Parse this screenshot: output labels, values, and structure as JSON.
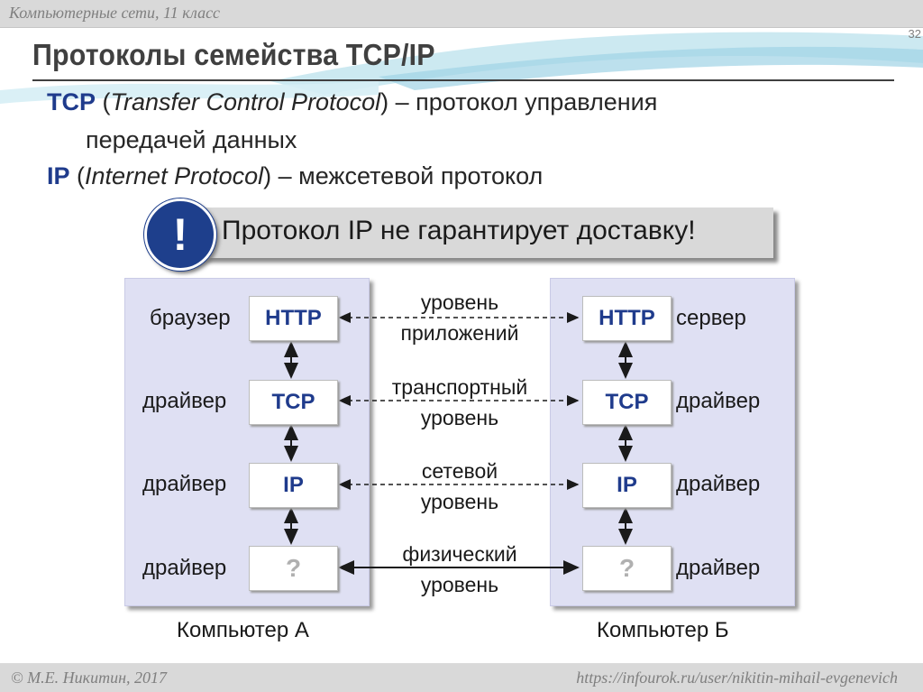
{
  "header": {
    "course": "Компьютерные сети, 11 класс",
    "slide_number": "32"
  },
  "title": "Протоколы семейства TCP/IP",
  "definitions": [
    {
      "acronym": "TCP",
      "open": " (",
      "english": "Transfer Control Protocol",
      "close": ") – протокол управления",
      "continuation": "передачей данных"
    },
    {
      "acronym": "IP",
      "open": " (",
      "english": "Internet Protocol",
      "close": ") – межсетевой протокол"
    }
  ],
  "warning": {
    "icon": "exclamation-icon",
    "symbol": "!",
    "text": "Протокол IP не гарантирует доставку!"
  },
  "diagram": {
    "left_labels": [
      "браузер",
      "драйвер",
      "драйвер",
      "драйвер"
    ],
    "right_labels": [
      "сервер",
      "драйвер",
      "драйвер",
      "драйвер"
    ],
    "boxes": [
      "HTTP",
      "TCP",
      "IP",
      "?"
    ],
    "levels": [
      {
        "line1": "уровень",
        "line2": "приложений"
      },
      {
        "line1": "транспортный",
        "line2": "уровень"
      },
      {
        "line1": "сетевой",
        "line2": "уровень"
      },
      {
        "line1": "физический",
        "line2": "уровень"
      }
    ],
    "computers": [
      "Компьютер А",
      "Компьютер Б"
    ],
    "colors": {
      "panel": "#dfe0f3",
      "protocol_text": "#1f3b8c",
      "accent": "#1e3f8c"
    }
  },
  "footer": {
    "author": "© М.Е. Никитин, 2017",
    "url": "https://infourok.ru/user/nikitin-mihail-evgenevich"
  }
}
